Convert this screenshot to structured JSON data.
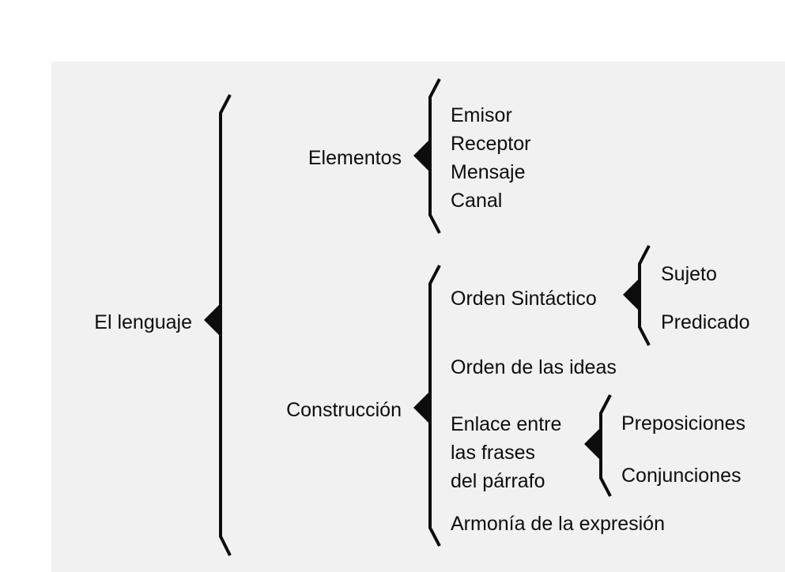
{
  "diagram": {
    "title": "El lenguaje",
    "type": "bracket-tree",
    "background_color": "#f1f1f1",
    "page_color": "#ffffff",
    "line_color": "#0d0d0d",
    "text_color": "#0d0d0d",
    "root": {
      "label": "El lenguaje"
    },
    "level1": [
      {
        "label": "Elementos"
      },
      {
        "label": "Construcción"
      }
    ],
    "elementos_items": [
      {
        "label": "Emisor"
      },
      {
        "label": "Receptor"
      },
      {
        "label": "Mensaje"
      },
      {
        "label": "Canal"
      }
    ],
    "construccion_items": [
      {
        "label": "Orden Sintáctico"
      },
      {
        "label": "Orden de las ideas"
      },
      {
        "label": "Enlace entre\nlas frases\ndel párrafo"
      },
      {
        "label": "Armonía de la expresión"
      }
    ],
    "orden_sintactico_items": [
      {
        "label": "Sujeto"
      },
      {
        "label": "Predicado"
      }
    ],
    "enlace_items": [
      {
        "label": "Preposiciones"
      },
      {
        "label": "Conjunciones"
      }
    ]
  }
}
